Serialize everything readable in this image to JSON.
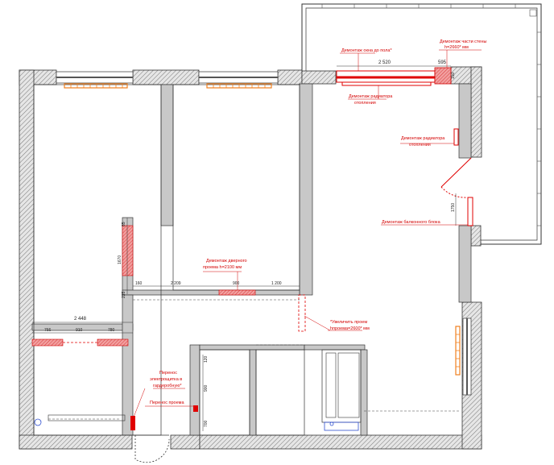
{
  "notes": {
    "demolish_window_to_floor": "Демонтаж окна до пола*",
    "demolish_wall_part_1": "Демонтаж части стены",
    "demolish_wall_part_2": "h=2660* мм",
    "demolish_radiator_top_1": "Демонтаж радиатора",
    "demolish_radiator_top_2": "отопления",
    "demolish_radiator_right_1": "Демонтаж радиатора",
    "demolish_radiator_right_2": "отопления",
    "demolish_balcony_block": "Демонтаж балконного блока",
    "demolish_door_opening_1": "Демонтаж дверного",
    "demolish_door_opening_2": "проема h=2100 мм",
    "enlarge_opening_1": "*Увеличить проем",
    "enlarge_opening_2": "hпроема=2600* мм",
    "move_electrical_panel_1": "Перенос",
    "move_electrical_panel_2": "электрощитка в",
    "move_electrical_panel_3": "гардеробную*",
    "move_opening": "Перенос проема"
  },
  "dimensions": {
    "top_window_width": "2 520",
    "top_wall_width": "595",
    "left_room_width": "2 448",
    "left_seg_1": "766",
    "left_seg_2": "910",
    "left_seg_3": "780",
    "mid_seg_1": "160",
    "mid_seg_2": "2 209",
    "mid_seg_3": "900",
    "mid_seg_4": "1 200",
    "vert_1": "1670",
    "vert_2": "85",
    "vert_3": "235",
    "vert_4": "1750",
    "vert_5": "900",
    "vert_6": "700",
    "vert_7": "120",
    "vert_8": "150"
  },
  "colors": {
    "wall_fill": "#c8c8c8",
    "wall_hatch": "#888888",
    "demolish": "#e00000",
    "demolish_fill": "#e87070",
    "radiator": "#f08020",
    "window": "#555555",
    "fixture": "#3050d0"
  }
}
